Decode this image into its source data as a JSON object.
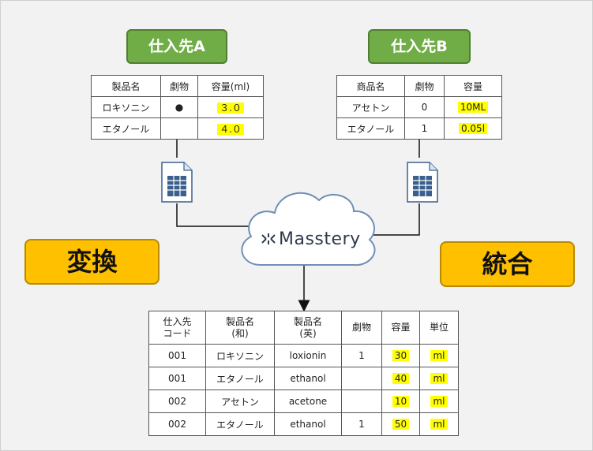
{
  "supplier_a": {
    "label": "仕入先A",
    "headers": [
      "製品名",
      "劇物",
      "容量(ml)"
    ],
    "rows": [
      {
        "name": "ロキソニン",
        "poison": "●",
        "volume": "３.０"
      },
      {
        "name": "エタノール",
        "poison": "",
        "volume": "４.０"
      }
    ]
  },
  "supplier_b": {
    "label": "仕入先B",
    "headers": [
      "商品名",
      "劇物",
      "容量"
    ],
    "rows": [
      {
        "name": "アセトン",
        "poison": "0",
        "volume": "10ML"
      },
      {
        "name": "エタノール",
        "poison": "1",
        "volume": "0.05l"
      }
    ]
  },
  "actions": {
    "convert": "変換",
    "integrate": "統合"
  },
  "cloud": {
    "brand": "Masstery"
  },
  "output": {
    "headers": {
      "code": "仕入先\nコード",
      "name_ja": "製品名\n(和)",
      "name_en": "製品名\n(英)",
      "poison": "劇物",
      "volume": "容量",
      "unit": "単位"
    },
    "rows": [
      {
        "code": "001",
        "name_ja": "ロキソニン",
        "name_en": "loxionin",
        "poison": "1",
        "volume": "30",
        "unit": "ml"
      },
      {
        "code": "001",
        "name_ja": "エタノール",
        "name_en": "ethanol",
        "poison": "",
        "volume": "40",
        "unit": "ml"
      },
      {
        "code": "002",
        "name_ja": "アセトン",
        "name_en": "acetone",
        "poison": "",
        "volume": "10",
        "unit": "ml"
      },
      {
        "code": "002",
        "name_ja": "エタノール",
        "name_en": "ethanol",
        "poison": "1",
        "volume": "50",
        "unit": "ml"
      }
    ]
  },
  "colors": {
    "supplier_green": "#70ad47",
    "action_orange": "#ffc000",
    "highlight_yellow": "#ffff00",
    "cloud_fill": "#ffffff",
    "cloud_stroke": "#6f8fb8"
  },
  "icons": [
    "spreadsheet-file-icon",
    "masstery-logo-icon"
  ]
}
